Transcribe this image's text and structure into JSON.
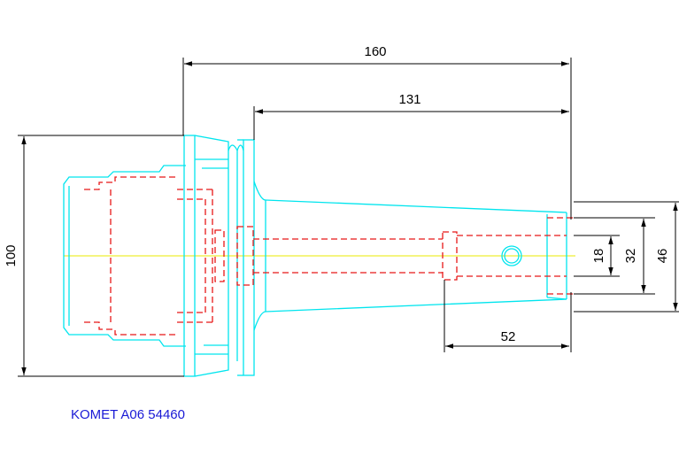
{
  "drawing": {
    "caption": "KOMET A06 54460",
    "dimensions": {
      "overall_length": "160",
      "shank_length": "131",
      "bore_depth": "52",
      "flange_diameter": "100",
      "bore_diameter": "18",
      "inner_diameter": "32",
      "nose_diameter": "46"
    }
  },
  "colors": {
    "outline": "#00e5ee",
    "hidden": "#e81818",
    "centerline": "#e8e800",
    "dimension": "#000000",
    "caption": "#1a1ad6",
    "background": "#ffffff"
  }
}
